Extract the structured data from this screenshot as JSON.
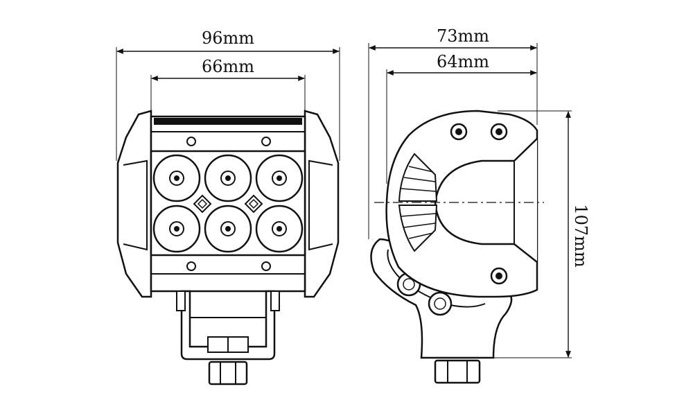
{
  "front_view": {
    "overall_width": "96mm",
    "housing_width": "66mm",
    "led_rows": 2,
    "led_columns": 3
  },
  "side_view": {
    "overall_depth": "73mm",
    "housing_depth": "64mm",
    "height": "107mm"
  },
  "colors": {
    "ink": "#111111",
    "paper": "#ffffff"
  }
}
